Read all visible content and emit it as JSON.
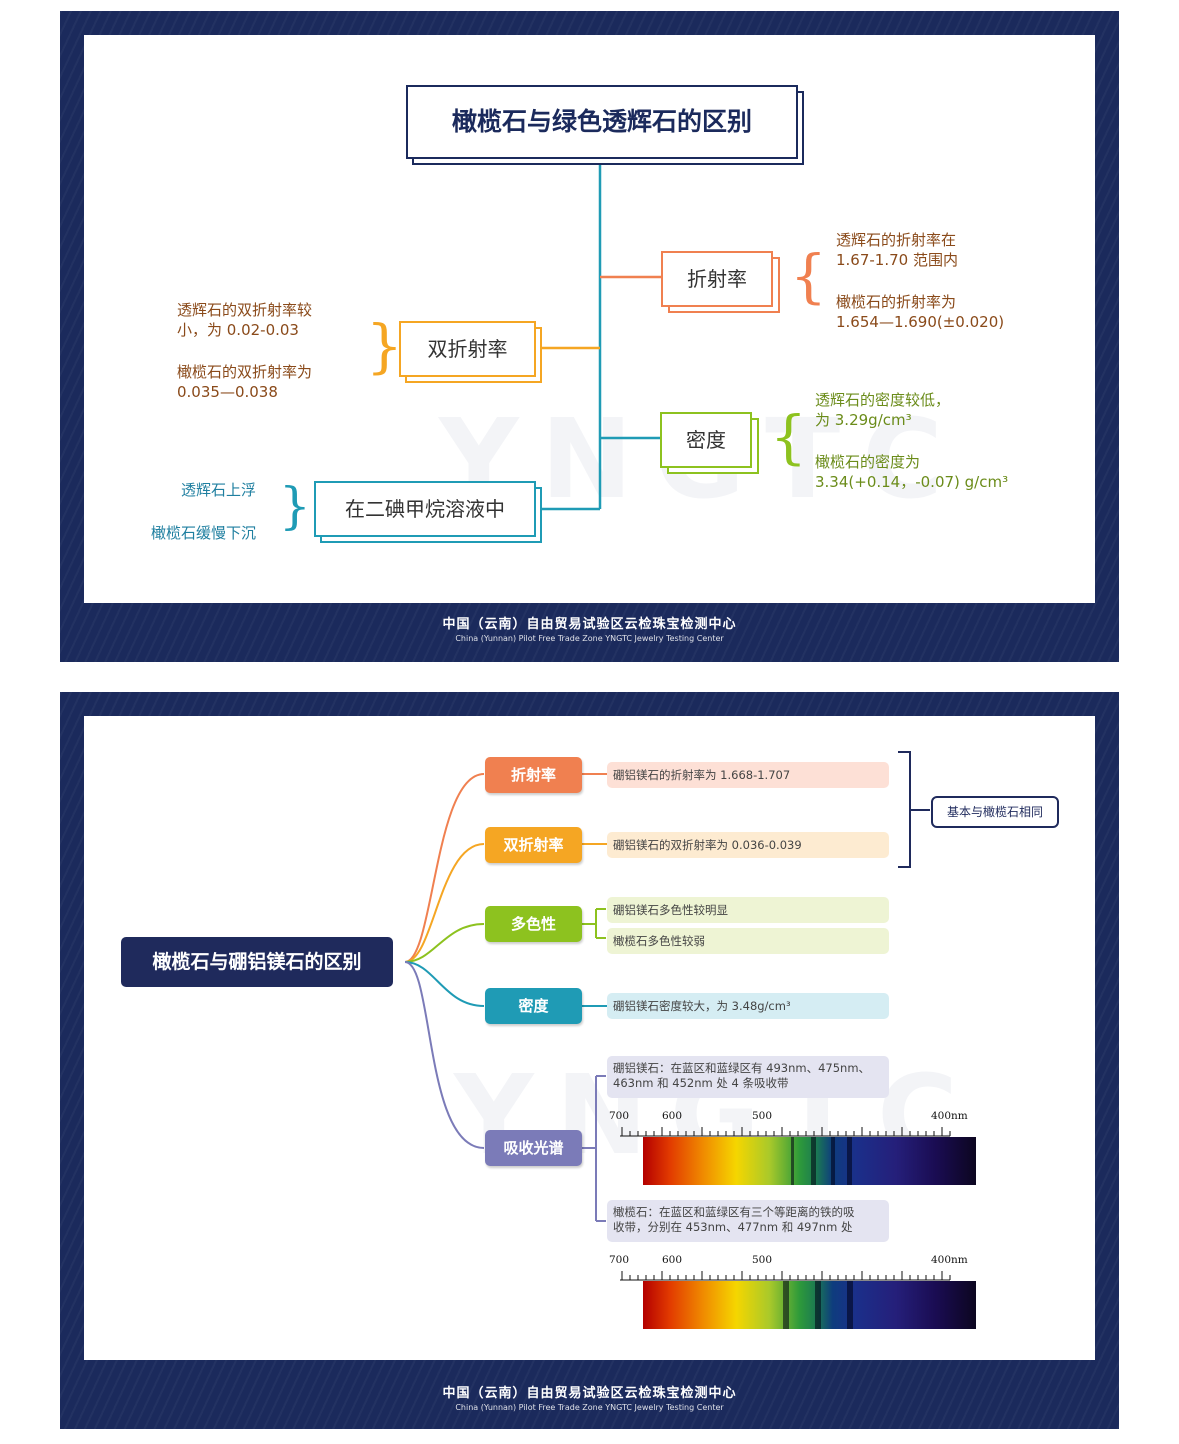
{
  "slide1": {
    "title": "橄榄石与绿色透辉石的区别",
    "watermark": "YNGTC",
    "nodes": {
      "refractive": "折射率",
      "birefringence": "双折射率",
      "density": "密度",
      "solution": "在二碘甲烷溶液中"
    },
    "notes": {
      "refractive": [
        "透辉石的折射率在",
        "1.67-1.70 范围内",
        "橄榄石的折射率为",
        "1.654—1.690(±0.020)"
      ],
      "birefringence": [
        "透辉石的双折射率较",
        "小，为 0.02-0.03",
        "橄榄石的双折射率为",
        "0.035—0.038"
      ],
      "density": [
        "透辉石的密度较低，",
        "为 3.29g/cm³",
        "橄榄石的密度为",
        "3.34(+0.14，-0.07) g/cm³"
      ],
      "solution": [
        "透辉石上浮",
        "橄榄石缓慢下沉"
      ]
    },
    "footer_cn": "中国（云南）自由贸易试验区云检珠宝检测中心",
    "footer_en": "China (Yunnan) Pilot Free Trade Zone  YNGTC Jewelry Testing Center"
  },
  "slide2": {
    "title": "橄榄石与硼铝镁石的区别",
    "watermark": "YNGTC",
    "categories": [
      "折射率",
      "双折射率",
      "多色性",
      "密度",
      "吸收光谱"
    ],
    "leaves": {
      "refractive": "硼铝镁石的折射率为 1.668-1.707",
      "birefringence": "硼铝镁石的双折射率为 0.036-0.039",
      "pleo1": "硼铝镁石多色性较明显",
      "pleo2": "橄榄石多色性较弱",
      "density": "硼铝镁石密度较大，为 3.48g/cm³",
      "spec1": [
        "硼铝镁石：在蓝区和蓝绿区有 493nm、475nm、",
        "463nm 和 452nm 处 4 条吸收带"
      ],
      "spec2": [
        "橄榄石：在蓝区和蓝绿区有三个等距离的铁的吸",
        "收带，分别在 453nm、477nm 和 497nm 处"
      ]
    },
    "same_tag": "基本与橄榄石相同",
    "scale_labels": [
      "700",
      "600",
      "500",
      "400nm"
    ],
    "footer_cn": "中国（云南）自由贸易试验区云检珠宝检测中心",
    "footer_en": "China (Yunnan) Pilot Free Trade Zone  YNGTC Jewelry Testing Center"
  },
  "colors": {
    "navy": "#1b2a5c",
    "teal": "#1f9bb5",
    "orange_red": "#f08050",
    "orange": "#f5a623",
    "lime": "#8dc21f",
    "purple": "#7b7bb8",
    "brown_text": "#8a4a1a"
  }
}
